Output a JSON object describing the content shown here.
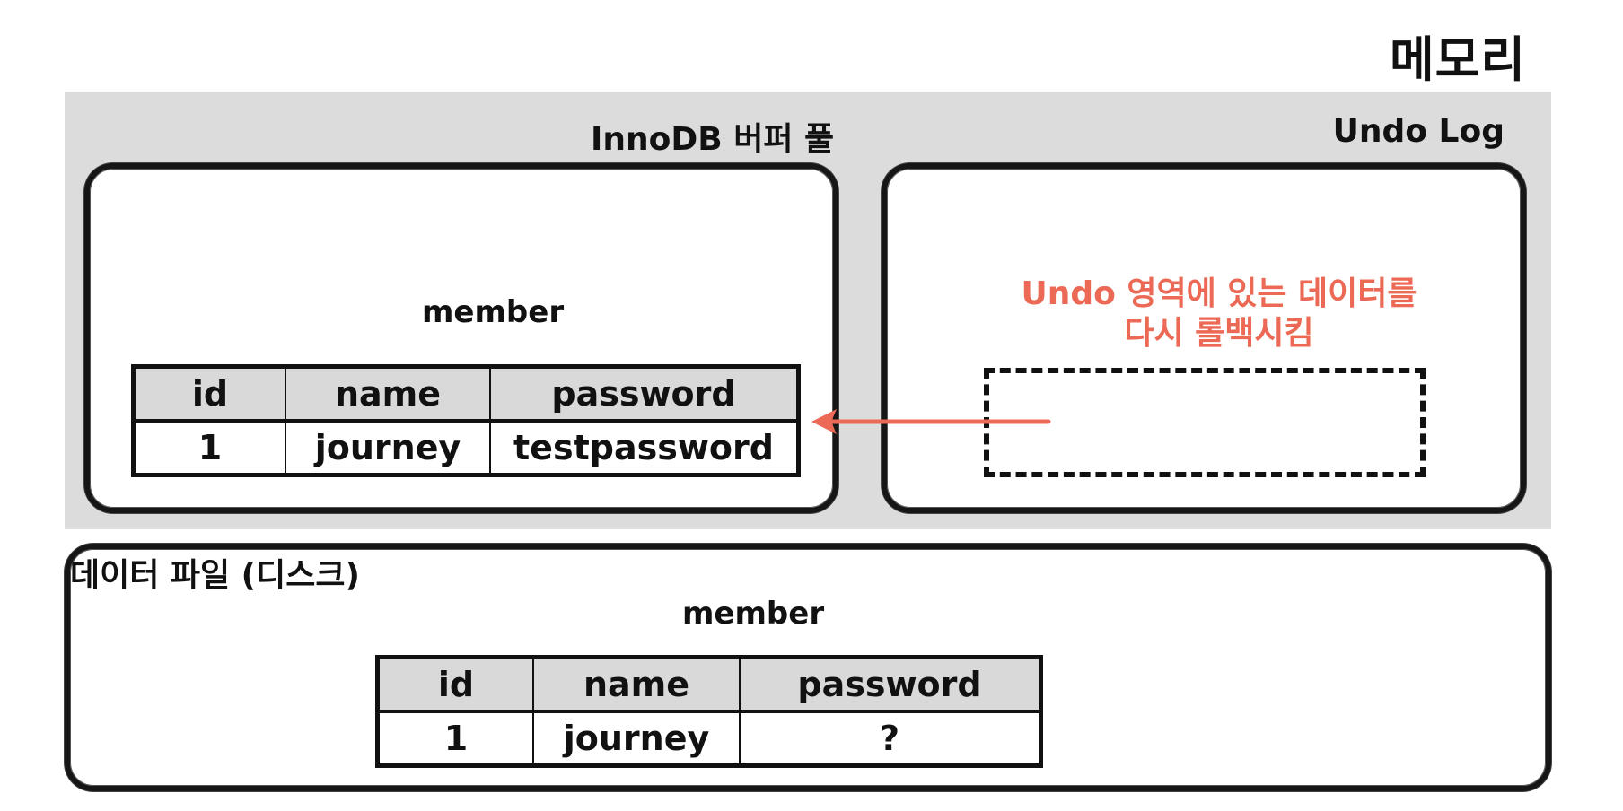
{
  "memory_title": "메모리",
  "buffer_pool": {
    "label": "InnoDB 버퍼 풀",
    "table_title": "member",
    "columns": [
      "id",
      "name",
      "password"
    ],
    "row": [
      "1",
      "journey",
      "testpassword"
    ]
  },
  "undo_log": {
    "label": "Undo Log",
    "note_line1": "Undo 영역에 있는 데이터를",
    "note_line2": "다시 롤백시킴",
    "accent": "#ec6a55"
  },
  "data_file": {
    "label": "데이터 파일 (디스크)",
    "table_title": "member",
    "columns": [
      "id",
      "name",
      "password"
    ],
    "row": [
      "1",
      "journey",
      "?"
    ]
  }
}
